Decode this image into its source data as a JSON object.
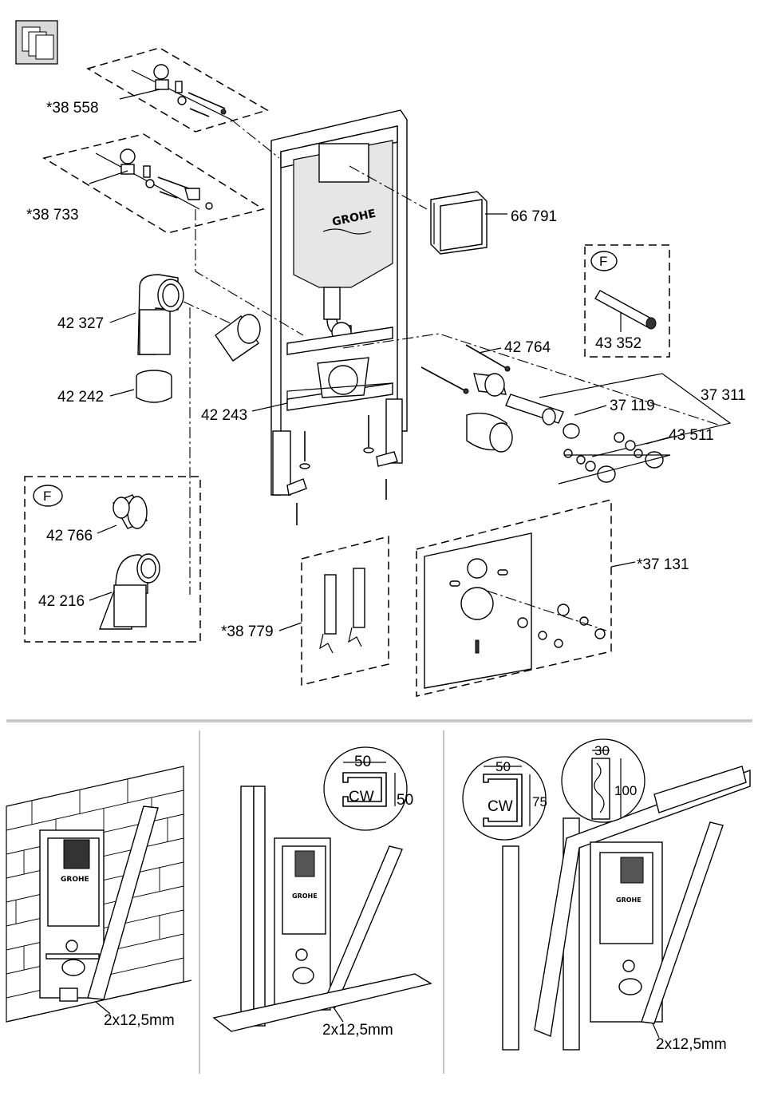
{
  "exploded_view": {
    "parts": [
      {
        "id": "p38558",
        "label": "*38 558"
      },
      {
        "id": "p38733",
        "label": "*38 733"
      },
      {
        "id": "p66791",
        "label": "66 791"
      },
      {
        "id": "p43352",
        "label": "43 352"
      },
      {
        "id": "p42327",
        "label": "42 327"
      },
      {
        "id": "p42764",
        "label": "42 764"
      },
      {
        "id": "p42242",
        "label": "42 242"
      },
      {
        "id": "p37311",
        "label": "37 311"
      },
      {
        "id": "p37119",
        "label": "37 119"
      },
      {
        "id": "p42243",
        "label": "42 243"
      },
      {
        "id": "p43511",
        "label": "43 511"
      },
      {
        "id": "p42766",
        "label": "42 766"
      },
      {
        "id": "p37131",
        "label": "*37 131"
      },
      {
        "id": "p42216",
        "label": "42 216"
      },
      {
        "id": "p38779",
        "label": "*38 779"
      }
    ],
    "option_marker_top": "F",
    "option_marker_left": "F",
    "brand_logo": "GROHE"
  },
  "installation_panels": [
    {
      "id": "panel1",
      "board_label": "2x12,5mm"
    },
    {
      "id": "panel2",
      "board_label": "2x12,5mm",
      "profile": {
        "name": "CW",
        "width": "50",
        "depth": "50"
      }
    },
    {
      "id": "panel3",
      "board_label": "2x12,5mm",
      "profile": {
        "name": "CW",
        "width": "50",
        "depth": "75"
      },
      "board_detail": {
        "width": "30",
        "height": "100"
      }
    }
  ],
  "icons": {
    "top_left": "wall-plates-icon"
  }
}
